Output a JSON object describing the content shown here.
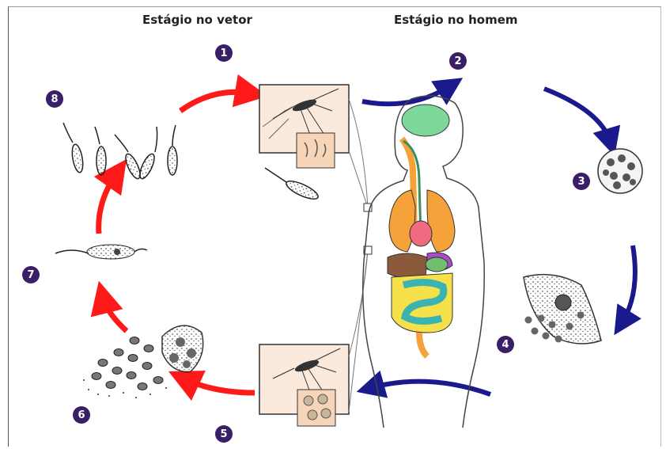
{
  "labels": {
    "vector_stage": "Estágio no vetor",
    "human_stage": "Estágio no homem"
  },
  "steps": [
    "1",
    "2",
    "3",
    "4",
    "5",
    "6",
    "7",
    "8"
  ],
  "colors": {
    "vector_arrow": "#ff1a1a",
    "human_arrow": "#1a1a8c",
    "badge": "#3a1f66",
    "inset_bg": "#fbe9dc",
    "brain": "#7dd69a",
    "lungs": "#f5a23a",
    "heart": "#f06b80",
    "liver": "#8b5a3c",
    "intestine": "#f7e14a",
    "small_intestine": "#3bb3b0",
    "spleen": "#a64dc7"
  }
}
